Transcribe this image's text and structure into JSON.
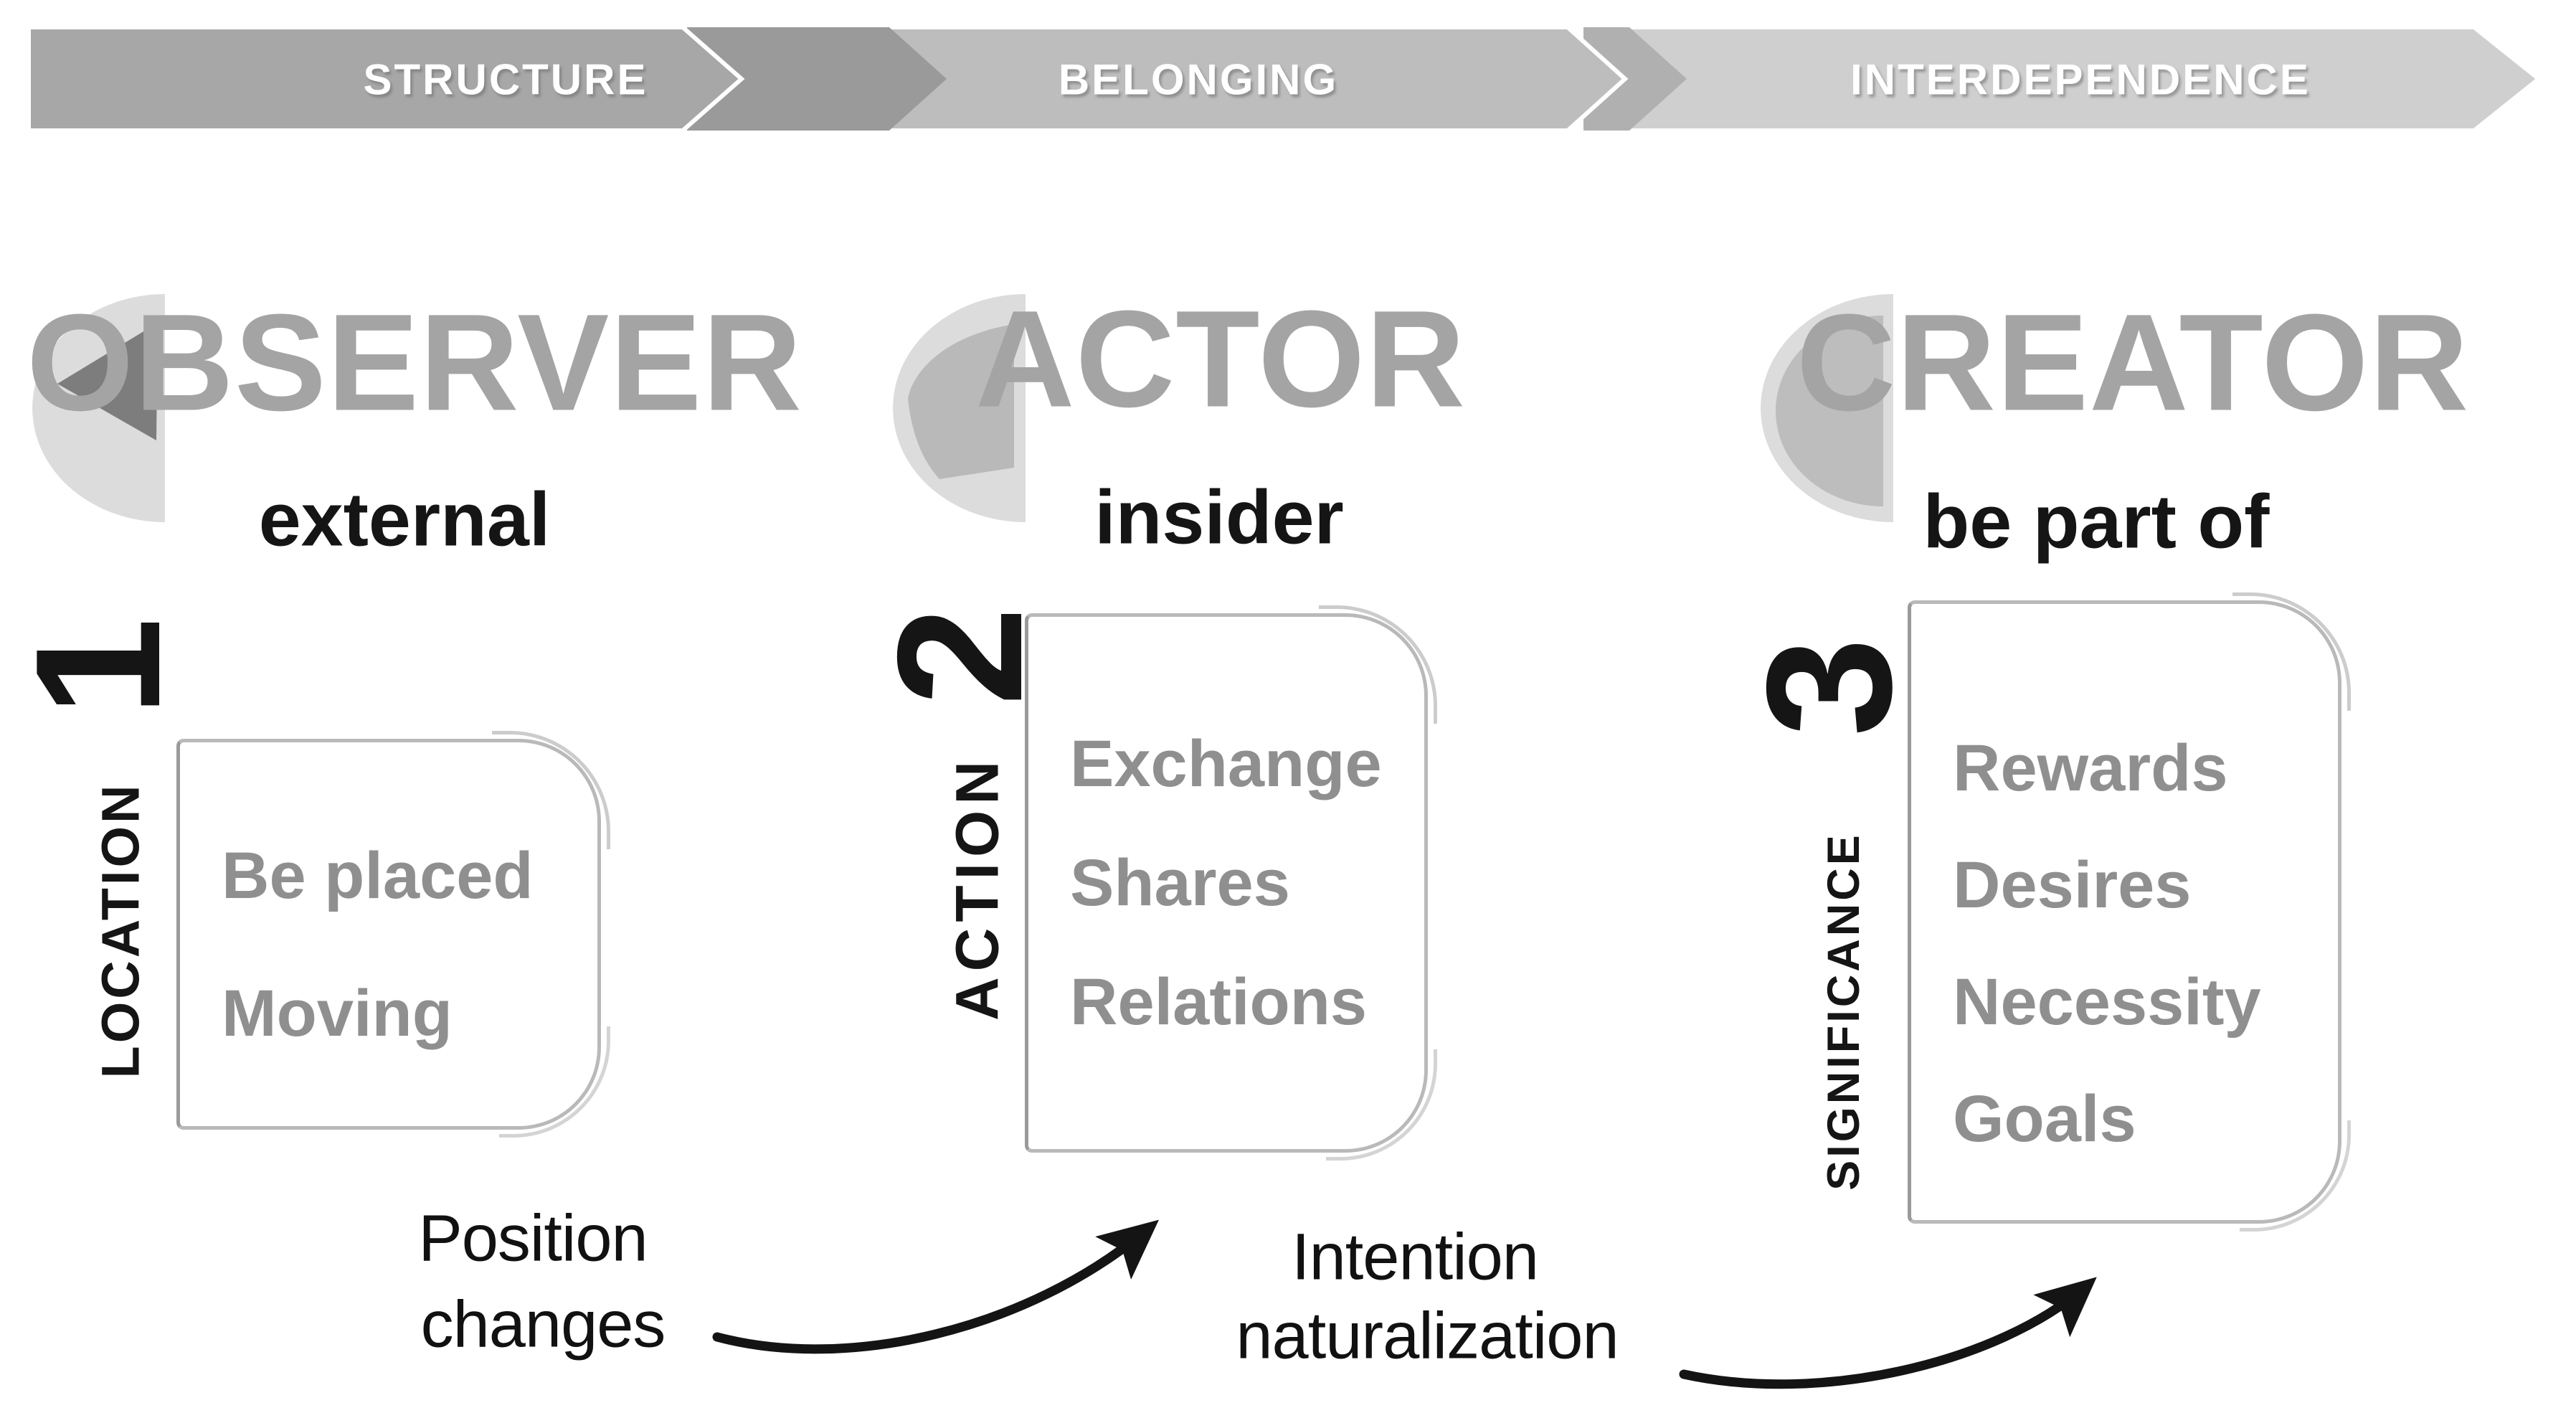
{
  "banner": {
    "segments": [
      {
        "label": "STRUCTURE"
      },
      {
        "label": "BELONGING"
      },
      {
        "label": "INTERDEPENDENCE"
      }
    ]
  },
  "columns": [
    {
      "number": "1",
      "side_label": "LOCATION",
      "title": "OBSERVER",
      "subtitle": "external",
      "icon": "pie-small-wedge-icon",
      "items": [
        "Be placed",
        "Moving"
      ]
    },
    {
      "number": "2",
      "side_label": "ACTION",
      "title": "ACTOR",
      "subtitle": "insider",
      "icon": "pie-medium-wedge-icon",
      "items": [
        "Exchange",
        "Shares",
        "Relations"
      ]
    },
    {
      "number": "3",
      "side_label": "SIGNIFICANCE",
      "title": "CREATOR",
      "subtitle": "be part of",
      "icon": "pie-near-full-icon",
      "items": [
        "Rewards",
        "Desires",
        "Necessity",
        "Goals"
      ]
    }
  ],
  "arrows": [
    {
      "lines": [
        "Position",
        "changes"
      ]
    },
    {
      "lines": [
        "Intention",
        "naturalization"
      ]
    }
  ],
  "colors": {
    "banner_segment_1": "#a7a7a7",
    "banner_divider_1": "#9a9a9a",
    "banner_segment_2": "#bdbdbd",
    "banner_divider_2": "#b0b0b0",
    "banner_segment_3": "#cfcfcf",
    "banner_text": "#ffffff",
    "pie_disc": "#dcdcdc",
    "pie_wedge_dark": "#7d7d7d",
    "pie_wedge_medium": "#b9b9b9",
    "title_gray": "#a4a4a4",
    "item_gray": "#8f8f8f",
    "box_border": "#b9b9b9",
    "ink": "#151515"
  }
}
